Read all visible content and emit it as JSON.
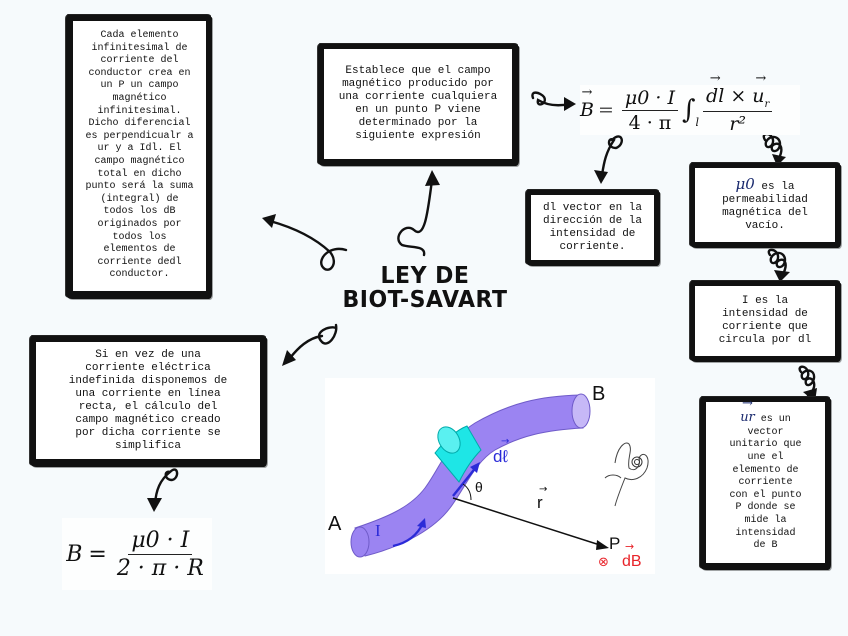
{
  "title": {
    "line1": "LEY DE",
    "line2": "BIOT-SAVART"
  },
  "cards": {
    "top_left": "Cada elemento\ninfinitesimal de\ncorriente del\nconductor crea en\nun P un campo\nmagnético\ninfinitesimal.\nDicho diferencial\nes perpendicualr a\nur y a Idl. El\ncampo magnético\ntotal en dicho\npunto será la suma\n(integral) de\ntodos los dB\noriginados por\ntodos los\nelementos de\ncorriente dedl\nconductor.",
    "top_center": "Establece que el campo\nmagnético producido por\nuna corriente cualquiera\nen un punto P viene\ndeterminado por la\nsiguiente expresión",
    "dl": "dl vector en la\ndirección de la\nintensidad de\ncorriente.",
    "mu_symbol": "μ0",
    "mu": " es la\npermeabilidad\nmagnética del\nvacío.",
    "I": "I es la\nintensidad de\ncorriente que\ncircula por dl",
    "ur_symbol": "ur",
    "ur": " es un\nvector\nunitario que\nune el\nelemento de\ncorriente\ncon el punto\nP donde se\nmide la\nintensidad\nde B",
    "bottom_left": "Si en vez de una\ncorriente eléctrica\nindefinida disponemos de\nuna corriente en línea\nrecta, el cálculo del\ncampo magnético creado\npor dicha corriente se\nsimplifica"
  },
  "formulas": {
    "main": {
      "lhs": "B",
      "eq": "=",
      "coef_num": "μ0 · I",
      "coef_den": "4 · π",
      "integral": "∫",
      "integral_sub": "l",
      "num_dl": "dl",
      "cross": "×",
      "num_ur": "u",
      "num_ur_sub": "r",
      "den": "r²"
    },
    "straight": {
      "lhs": "B",
      "eq": "=",
      "num": "μ0 · I",
      "den": "2 · π · R"
    }
  },
  "figure": {
    "label_A": "A",
    "label_B": "B",
    "label_I": "I",
    "label_dl": "dℓ",
    "label_theta": "θ",
    "label_r": "r",
    "label_P": "P",
    "label_dB": "dB",
    "label_otimes": "⊗",
    "colors": {
      "wire": "#9b84f2",
      "wire_end": "#c6b8f7",
      "element": "#1ee6e6",
      "current_arrow": "#2b2bd8",
      "dB": "#e8242a",
      "r_vector": "#111111"
    }
  },
  "colors": {
    "background": "#f6fafc",
    "card_border": "#111111",
    "card_fill": "#ffffff",
    "mu_symbol": "#1a2a6e"
  }
}
